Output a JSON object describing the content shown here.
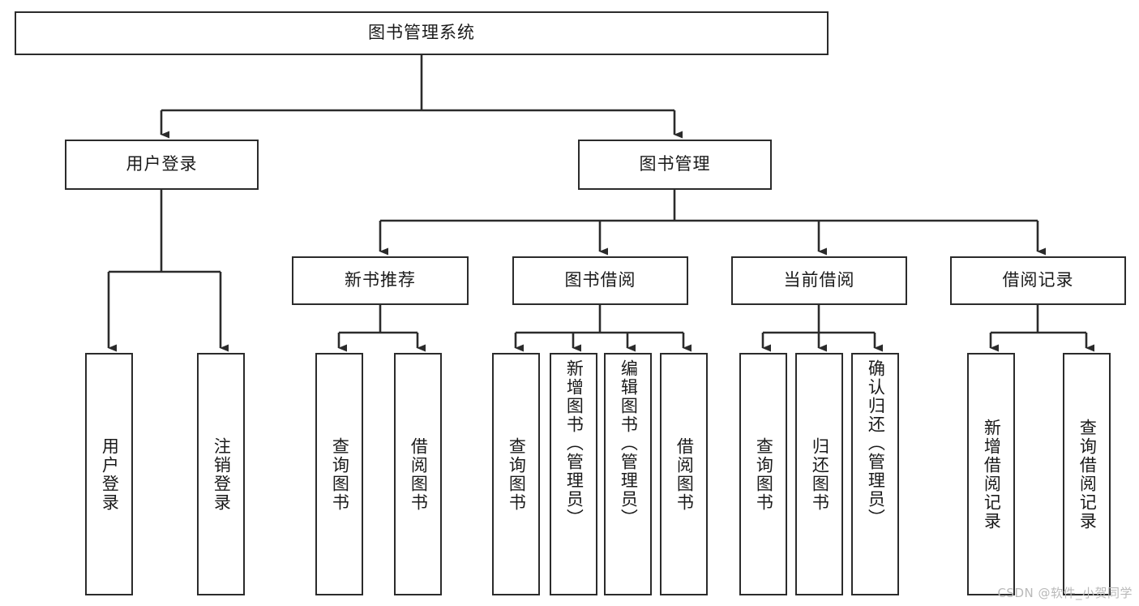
{
  "diagram": {
    "title": "图书管理系统",
    "watermark": "CSDN @软件_小贺同学",
    "colors": {
      "stroke": "#2b2b2b",
      "fill": "#ffffff",
      "text": "#1a1a1a",
      "watermark": "#b9b9b9"
    },
    "nodes": {
      "root": {
        "label": "图书管理系统"
      },
      "l1": [
        {
          "label": "用户登录"
        },
        {
          "label": "图书管理"
        }
      ],
      "l2": [
        {
          "label": "新书推荐"
        },
        {
          "label": "图书借阅"
        },
        {
          "label": "当前借阅"
        },
        {
          "label": "借阅记录"
        }
      ],
      "leaves": {
        "user_login": [
          {
            "label": "用户登录"
          },
          {
            "label": "注销登录"
          }
        ],
        "new_books": [
          {
            "label": "查询图书"
          },
          {
            "label": "借阅图书"
          }
        ],
        "borrow": [
          {
            "label": "查询图书"
          },
          {
            "label": "新增图书（管理员）"
          },
          {
            "label": "编辑图书（管理员）"
          },
          {
            "label": "借阅图书"
          }
        ],
        "current": [
          {
            "label": "查询图书"
          },
          {
            "label": "归还图书"
          },
          {
            "label": "确认归还（管理员）"
          }
        ],
        "records": [
          {
            "label": "新增借阅记录"
          },
          {
            "label": "查询借阅记录"
          }
        ]
      }
    }
  }
}
